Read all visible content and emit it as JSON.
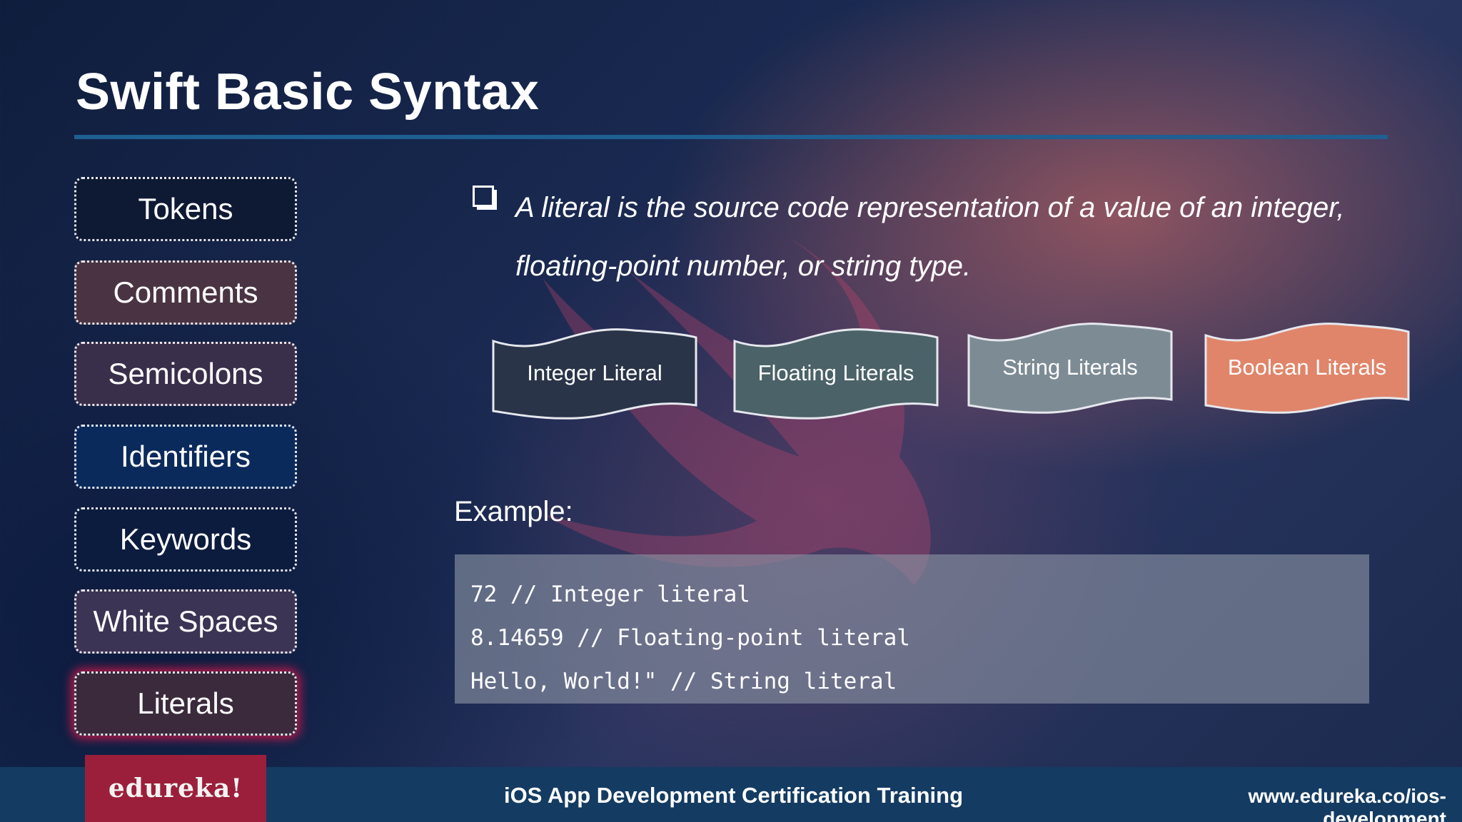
{
  "slide": {
    "title": "Swift Basic Syntax"
  },
  "side_nav": {
    "items": [
      {
        "label": "Tokens",
        "bg": "#0e1a34"
      },
      {
        "label": "Comments",
        "bg": "#4a3443"
      },
      {
        "label": "Semicolons",
        "bg": "#3a2f4a"
      },
      {
        "label": "Identifiers",
        "bg": "#0b2a5c"
      },
      {
        "label": "Keywords",
        "bg": "#0c1c3e"
      },
      {
        "label": "White Spaces",
        "bg": "#3c3454"
      },
      {
        "label": "Literals",
        "bg": "#3a2a3c",
        "active": true,
        "glow": "#c01a4a"
      }
    ]
  },
  "bullet": {
    "text": "A literal is the source code representation of a value of an integer, floating-point number, or string type."
  },
  "literal_types": [
    {
      "label": "Integer Literal",
      "color": "#2a3448"
    },
    {
      "label": "Floating Literals",
      "color": "#4a6268"
    },
    {
      "label": "String Literals",
      "color": "#7d8b95"
    },
    {
      "label": "Boolean Literals",
      "color": "#e0856a"
    }
  ],
  "example": {
    "label": "Example:",
    "code_lines": [
      "72 // Integer literal",
      "8.14659 // Floating-point literal",
      "Hello, World!\" // String literal"
    ]
  },
  "footer": {
    "brand": "edureka!",
    "course": "iOS App Development Certification Training",
    "url": "www.edureka.co/ios-development"
  },
  "colors": {
    "accent_rule": "#1f5f92",
    "footer_bg": "#143b62",
    "brand_bg": "#9b1f3a"
  }
}
